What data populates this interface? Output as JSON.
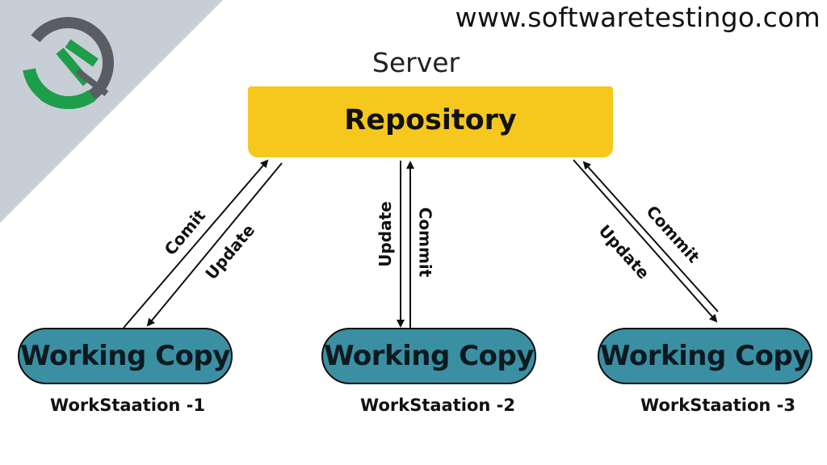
{
  "site_url": "www.softwaretestingo.com",
  "server_label": "Server",
  "repository_label": "Repository",
  "working_copy_label": "Working Copy",
  "workstations": [
    {
      "label": "WorkStaation -1"
    },
    {
      "label": "WorkStaation -2"
    },
    {
      "label": "WorkStaation -3"
    }
  ],
  "edge_labels": {
    "left_commit": "Comit",
    "left_update": "Update",
    "middle_update": "Update",
    "middle_commit": "Commit",
    "right_update": "Update",
    "right_commit": "Commit"
  },
  "colors": {
    "repository_fill": "#f6c81e",
    "working_copy_fill": "#3b8fa3",
    "corner_band": "#c8ced6",
    "logo_green": "#1e9e4a",
    "logo_gray": "#5a5e63"
  },
  "icons": [
    "logo-icon"
  ]
}
